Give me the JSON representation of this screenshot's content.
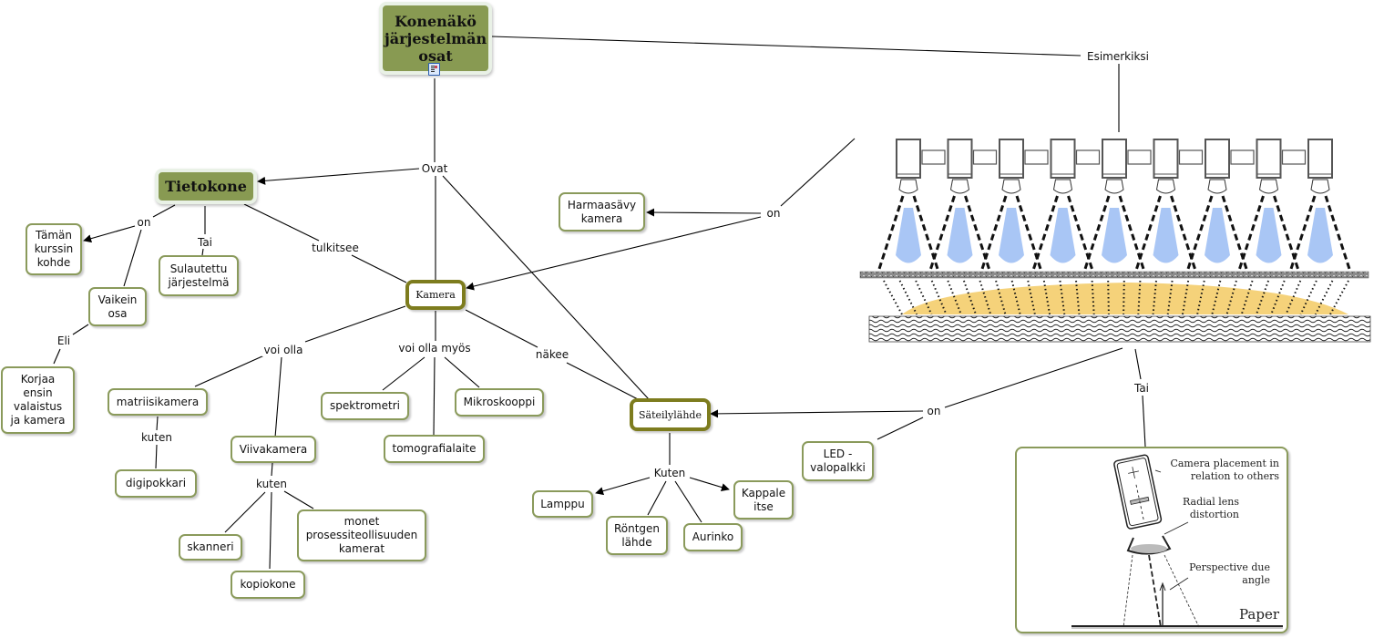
{
  "title": "Konenäkö järjestelmän osat",
  "colors": {
    "main_fill": "#889a52",
    "node_border": "#8a9a5b",
    "accent_border": "#7d7c1e",
    "light_cone": "#a9c6f5",
    "yellow_area": "#f5d27a",
    "line": "#000000"
  },
  "nodes": {
    "root": "Konenäkö\njärjestelmän\nosat",
    "tietokone": "Tietokone",
    "taman_kurssin_kohde": "Tämän\nkurssin\nkohde",
    "sulautettu": "Sulautettu\njärjestelmä",
    "vaikein_osa": "Vaikein\nosa",
    "korjaa": "Korjaa\nensin\nvalaistus\nja kamera",
    "kamera": "Kamera",
    "harmaasavy": "Harmaasävy\nkamera",
    "matriisikamera": "matriisikamera",
    "digipokkari": "digipokkari",
    "viivakamera": "Viivakamera",
    "skanneri": "skanneri",
    "kopiokone": "kopiokone",
    "monet": "monet\nprosessiteollisuuden\nkamerat",
    "spektrometri": "spektrometri",
    "tomografialaite": "tomografialaite",
    "mikroskooppi": "Mikroskooppi",
    "sateilylahde": "Säteilylähde",
    "lamppu": "Lamppu",
    "rontgen": "Röntgen\nlähde",
    "aurinko": "Aurinko",
    "kappale": "Kappale\nitse",
    "led": "LED -\nvalopalkki"
  },
  "link_labels": {
    "ovat": "Ovat",
    "esimerkiksi": "Esimerkiksi",
    "on_tietokone": "on",
    "tai_tietokone": "Tai",
    "eli": "Eli",
    "tulkitsee": "tulkitsee",
    "on_harmaa": "on",
    "voi_olla": "voi olla",
    "voi_olla_myos": "voi olla myös",
    "kuten_matriisi": "kuten",
    "kuten_viiva": "kuten",
    "nakee": "näkee",
    "kuten_sateily": "Kuten",
    "on_led": "on",
    "tai_illus": "Tai"
  },
  "illustration_1": {
    "description": "line of cameras with LED lights over conveyor",
    "camera_count": 9
  },
  "illustration_2": {
    "annotations": {
      "placement": "Camera placement in\nrelation to others",
      "radial": "Radial lens\ndistortion",
      "perspective": "Perspective due\nangle",
      "paper": "Paper"
    }
  },
  "icons": {
    "root_attachment": "document-icon"
  }
}
